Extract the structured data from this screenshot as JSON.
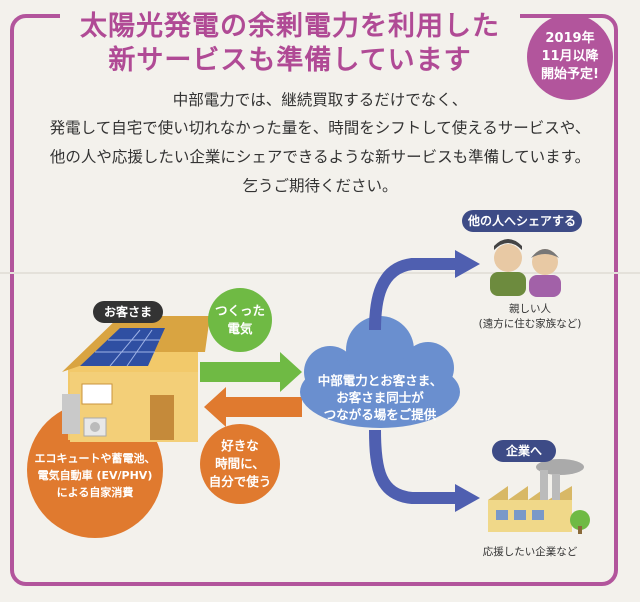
{
  "heading": {
    "line1": "太陽光発電の余剰電力を利用した",
    "line2": "新サービスも準備しています"
  },
  "badge": {
    "line1": "2019年",
    "line2": "11月以降",
    "line3": "開始予定!"
  },
  "intro": {
    "line1": "中部電力では、継続買取するだけでなく、",
    "line2": "発電して自宅で使い切れなかった量を、時間をシフトして使えるサービスや、",
    "line3": "他の人や応援したい企業にシェアできるような新サービスも準備しています。",
    "line4": "乞うご期待ください。"
  },
  "diagram": {
    "customer_label": "お客さま",
    "self_use": {
      "line1": "エコキュートや蓄電池、",
      "line2": "電気自動車 (EV/PHV)",
      "line3": "による自家消費"
    },
    "generated": {
      "line1": "つくった",
      "line2": "電気"
    },
    "time_shift": {
      "line1": "好きな",
      "line2": "時間に、",
      "line3": "自分で使う"
    },
    "platform": {
      "line1": "中部電力とお客さま、",
      "line2": "お客さま同士が",
      "line3": "つながる場をご提供"
    },
    "share_label": "他の人へシェアする",
    "share_target": {
      "line1": "親しい人",
      "line2": "(遠方に住む家族など)"
    },
    "company_label": "企業へ",
    "company_target": "応援したい企業など"
  },
  "colors": {
    "purple": "#b2559c",
    "green": "#6fba44",
    "orange": "#e07a2f",
    "blue": "#4f5fb0",
    "navy": "#3d4b86",
    "cloud": "#6a8fcf"
  }
}
